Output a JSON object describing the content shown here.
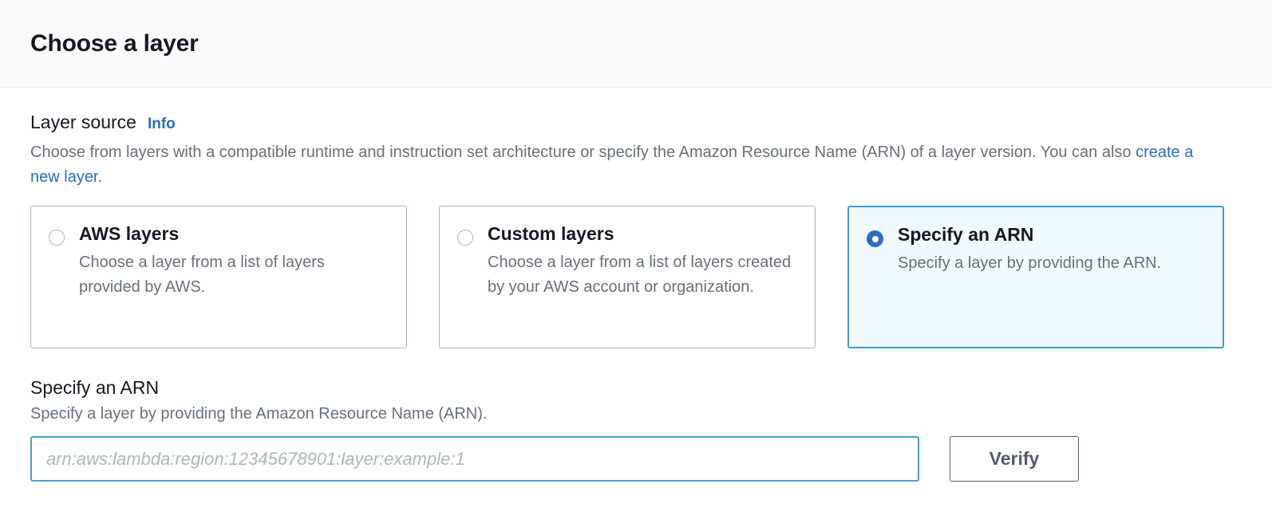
{
  "header": {
    "title": "Choose a layer"
  },
  "layer_source": {
    "label": "Layer source",
    "info_link": "Info",
    "description_part1": "Choose from layers with a compatible runtime and instruction set architecture or specify the Amazon Resource Name (ARN) of a layer version. You can also ",
    "description_link": "create a new layer",
    "description_part2": ".",
    "options": [
      {
        "title": "AWS layers",
        "description": "Choose a layer from a list of layers provided by AWS.",
        "selected": false
      },
      {
        "title": "Custom layers",
        "description": "Choose a layer from a list of layers created by your AWS account or organization.",
        "selected": false
      },
      {
        "title": "Specify an ARN",
        "description": "Specify a layer by providing the ARN.",
        "selected": true
      }
    ]
  },
  "arn_section": {
    "title": "Specify an ARN",
    "description": "Specify a layer by providing the Amazon Resource Name (ARN).",
    "input_value": "",
    "input_placeholder": "arn:aws:lambda:region:12345678901:layer:example:1",
    "verify_label": "Verify"
  },
  "colors": {
    "accent_blue": "#2a6ebb",
    "selected_border": "#3f9bc9",
    "selected_background": "#f1f8fe",
    "input_focus_border": "#4a9fc7",
    "button_border": "#545b64",
    "muted_text": "#687078",
    "header_background": "#fafafa"
  }
}
